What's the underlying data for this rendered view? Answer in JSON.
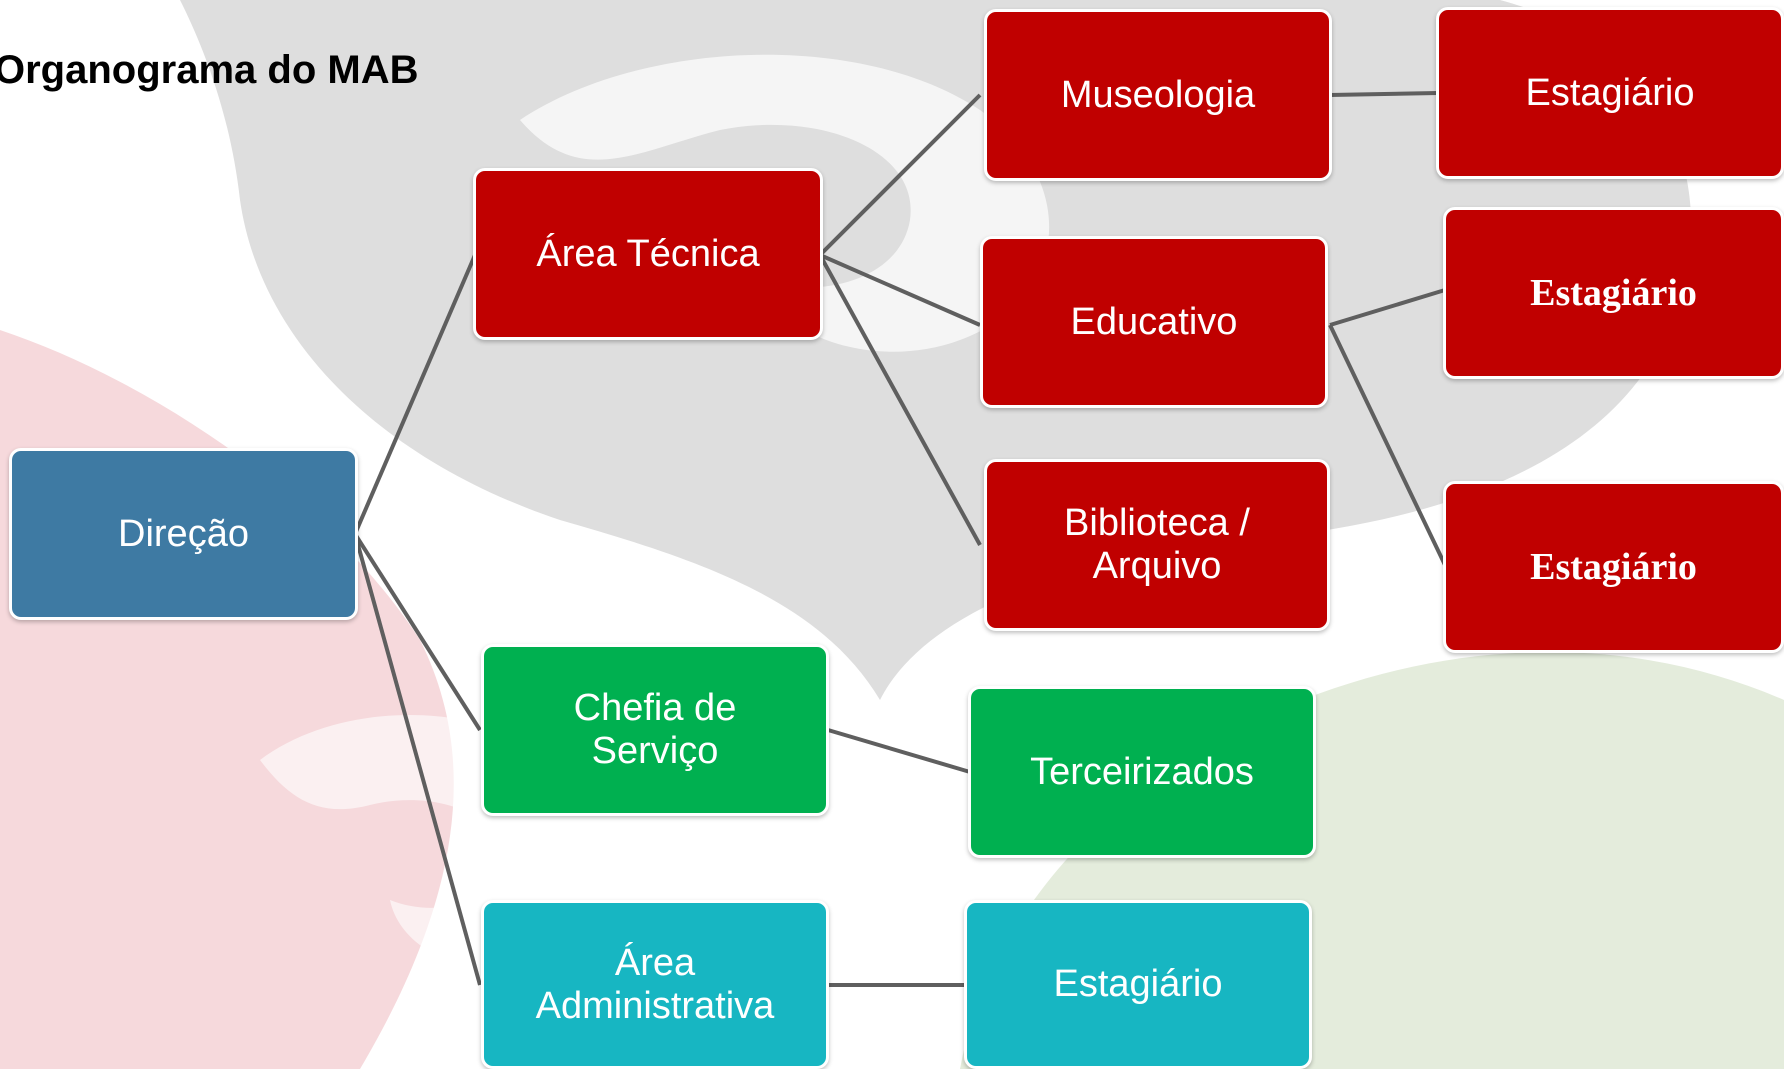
{
  "title": "Organograma do MAB",
  "colors": {
    "direcao": "#3e7aa3",
    "tecnica": "#c00000",
    "servico": "#00b050",
    "administrativa": "#17b6c2",
    "connector": "#5f5f5f"
  },
  "nodes": {
    "direcao": "Direção",
    "area_tecnica": "Área Técnica",
    "chefia_servico": "Chefia de\nServiço",
    "area_administrativa": "Área\nAdministrativa",
    "museologia": "Museologia",
    "educativo": "Educativo",
    "biblioteca": "Biblioteca /\nArquivo",
    "terceirizados": "Terceirizados",
    "estagiario_adm": "Estagiário",
    "estagiario_museologia": "Estagiário",
    "estagiario_educativo_1": "Estagiário",
    "estagiario_educativo_2": "Estagiário"
  }
}
